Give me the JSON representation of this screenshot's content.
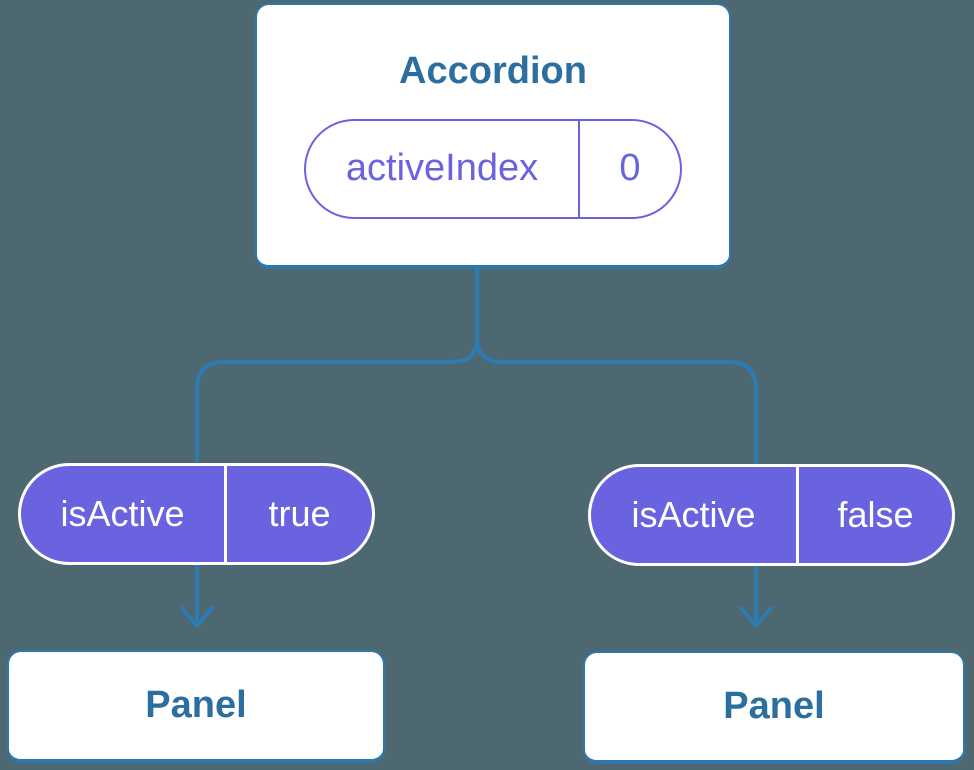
{
  "colors": {
    "background": "#4e6872",
    "line": "#2d7bb0",
    "card_border": "#2e77ab",
    "card_text": "#2c6f9e",
    "purple": "#6a63e0",
    "pill_text": "#ffffff"
  },
  "tree": {
    "root": {
      "title": "Accordion",
      "state_pill": {
        "name": "activeIndex",
        "value": "0"
      }
    },
    "branches": [
      {
        "prop_pill": {
          "name": "isActive",
          "value": "true"
        },
        "child": {
          "title": "Panel"
        }
      },
      {
        "prop_pill": {
          "name": "isActive",
          "value": "false"
        },
        "child": {
          "title": "Panel"
        }
      }
    ]
  }
}
